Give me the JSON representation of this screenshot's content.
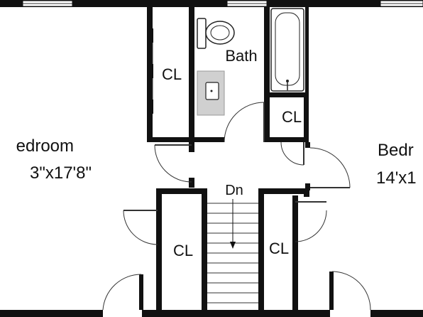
{
  "rooms": {
    "bedroom_left": {
      "name": "edroom",
      "dims": "3\"x17'8\""
    },
    "bedroom_right": {
      "name": "Bedr",
      "dims": "14'x1"
    },
    "bath": {
      "name": "Bath"
    },
    "closet_top": {
      "name": "CL"
    },
    "closet_tub": {
      "name": "CL"
    },
    "closet_lower_left": {
      "name": "CL"
    },
    "closet_lower_right": {
      "name": "CL"
    }
  },
  "stairs": {
    "label": "Dn",
    "direction": "down"
  },
  "colors": {
    "wall": "#111111",
    "line": "#333333",
    "sink_counter": "#d0d0d0",
    "background": "#ffffff"
  }
}
